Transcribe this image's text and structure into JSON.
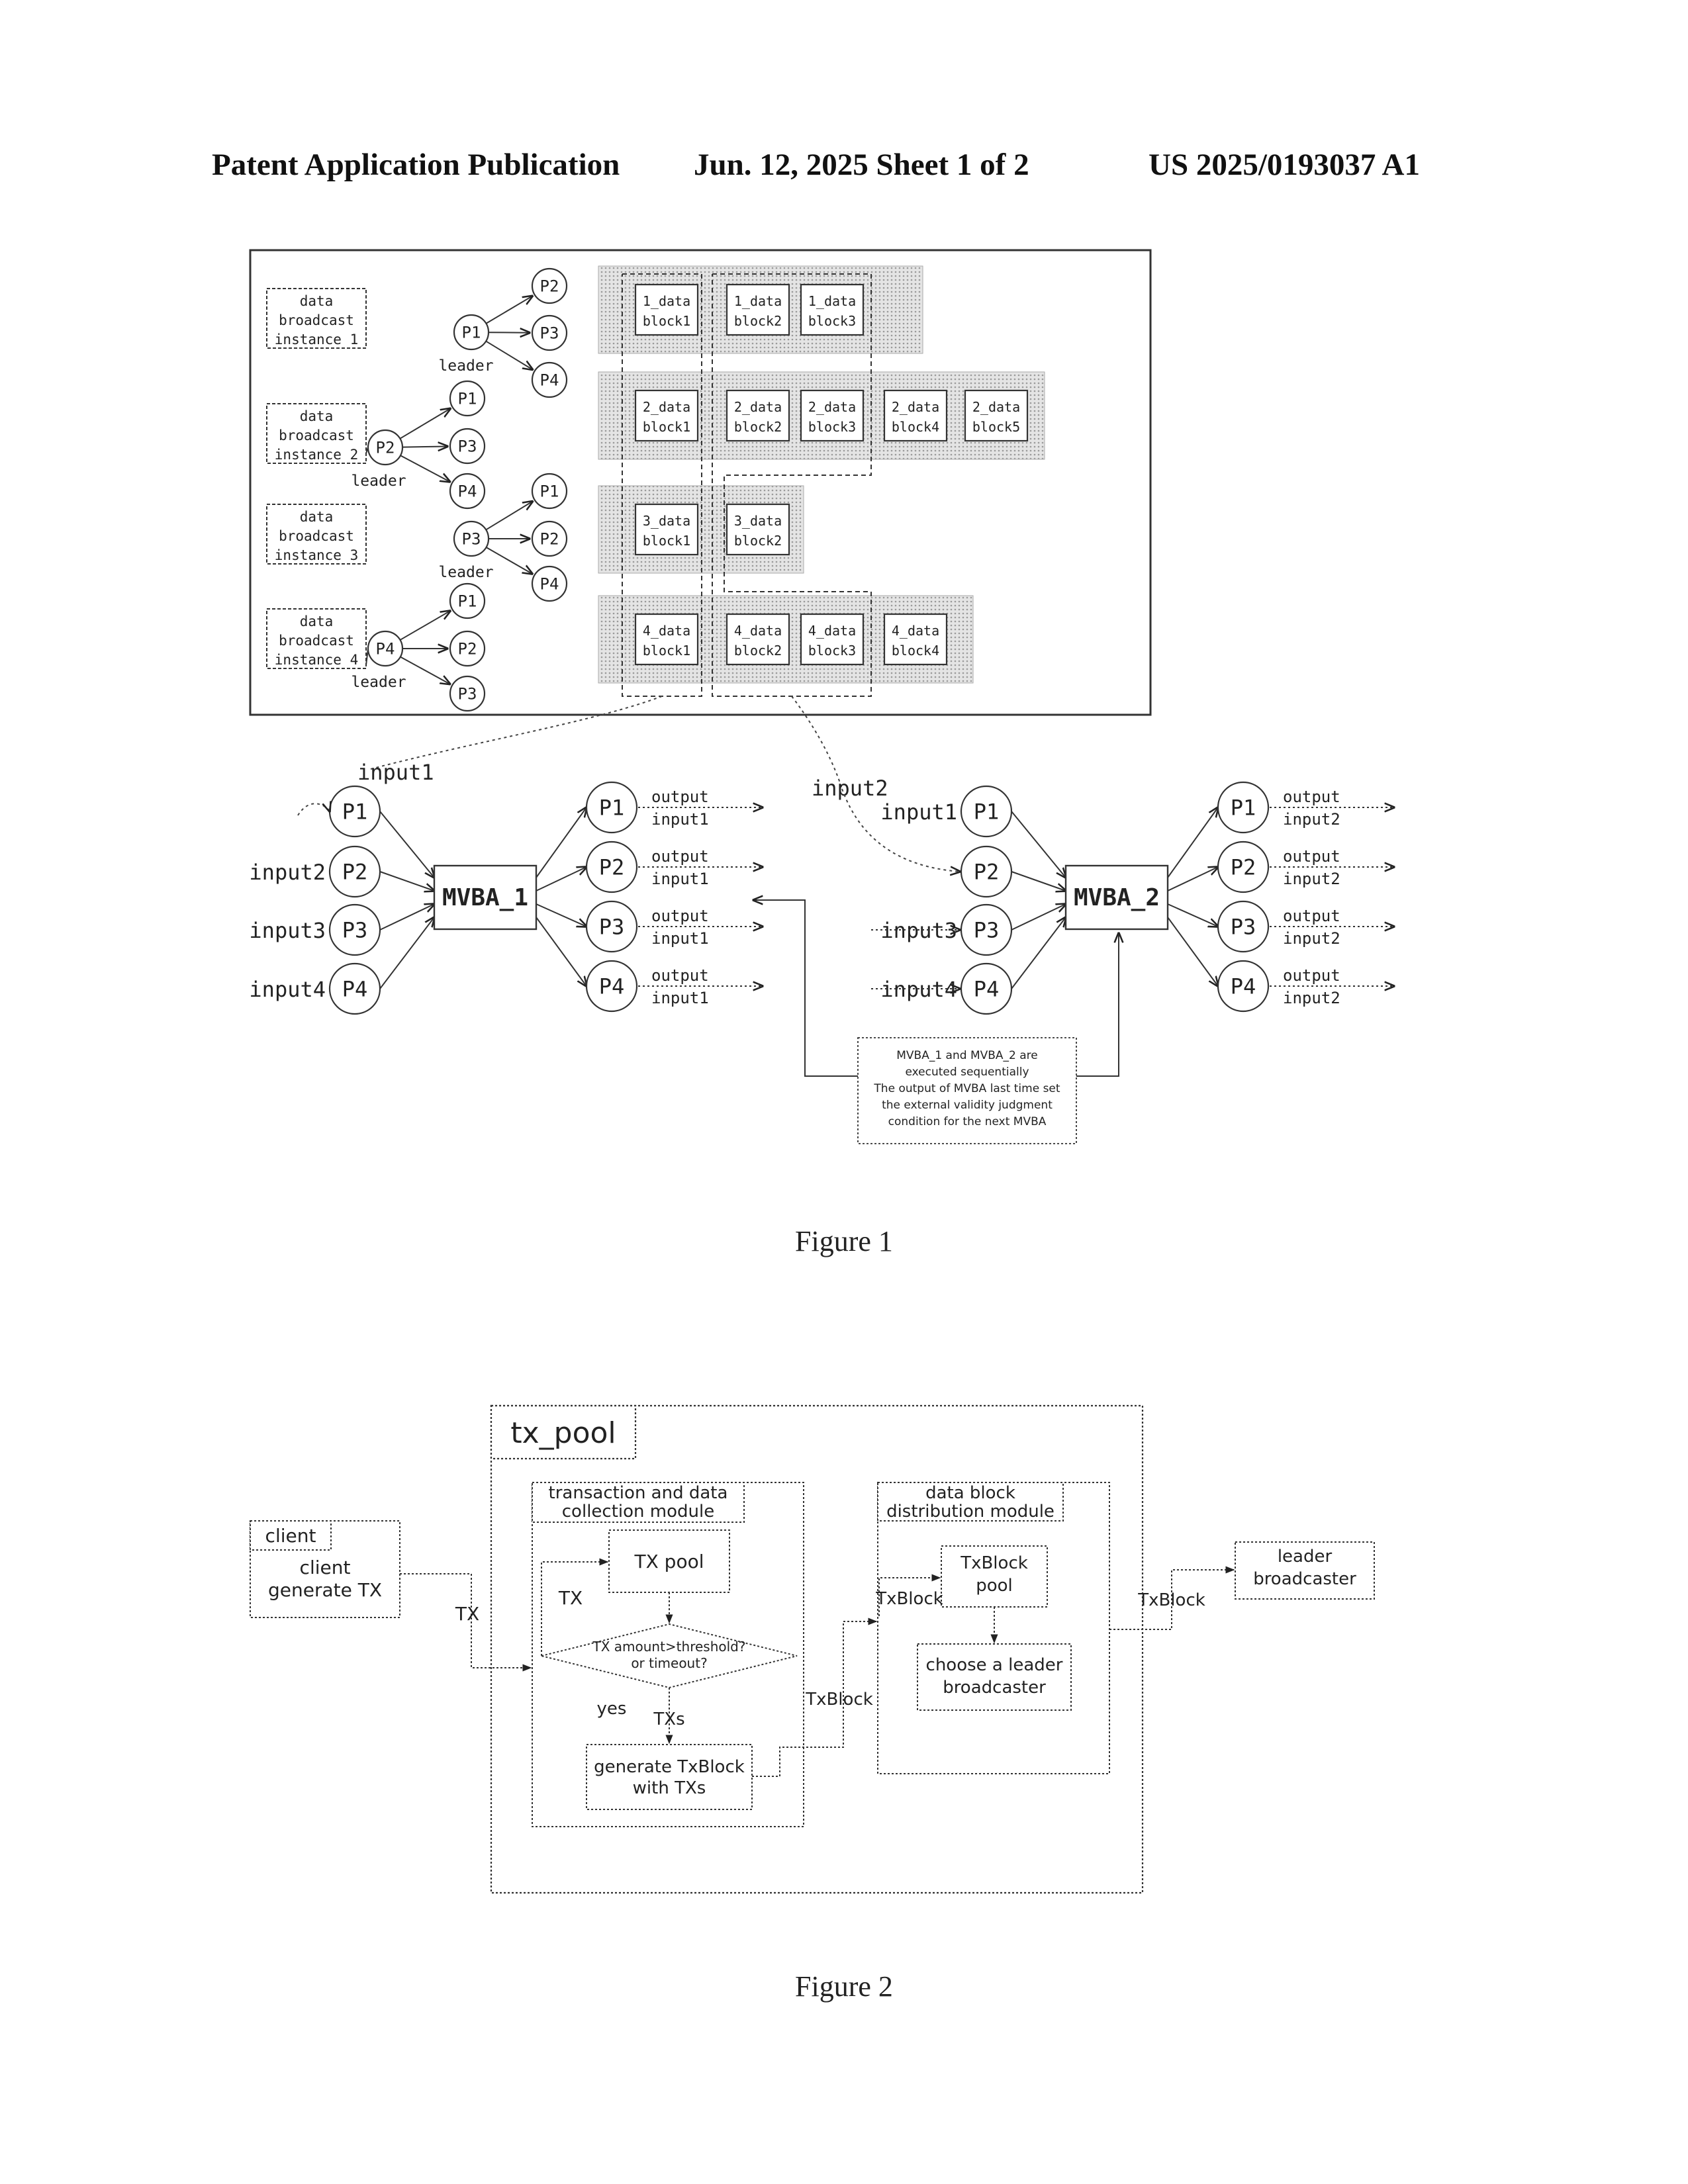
{
  "header": {
    "left": "Patent Application Publication",
    "center": "Jun. 12, 2025  Sheet 1 of 2",
    "right": "US 2025/0193037 A1"
  },
  "figure1": {
    "caption": "Figure 1",
    "leader_label": "leader",
    "instances": [
      {
        "line1": "data",
        "line2": "broadcast",
        "line3": "instance 1",
        "leader": "P1",
        "targets": [
          "P2",
          "P3",
          "P4"
        ],
        "blocks": [
          [
            "1_data",
            "block1"
          ],
          [
            "1_data",
            "block2"
          ],
          [
            "1_data",
            "block3"
          ]
        ]
      },
      {
        "line1": "data",
        "line2": "broadcast",
        "line3": "instance 2",
        "leader": "P2",
        "targets": [
          "P1",
          "P3",
          "P4"
        ],
        "blocks": [
          [
            "2_data",
            "block1"
          ],
          [
            "2_data",
            "block2"
          ],
          [
            "2_data",
            "block3"
          ],
          [
            "2_data",
            "block4"
          ],
          [
            "2_data",
            "block5"
          ]
        ]
      },
      {
        "line1": "data",
        "line2": "broadcast",
        "line3": "instance 3",
        "leader": "P3",
        "targets": [
          "P1",
          "P2",
          "P4"
        ],
        "blocks": [
          [
            "3_data",
            "block1"
          ],
          [
            "3_data",
            "block2"
          ]
        ]
      },
      {
        "line1": "data",
        "line2": "broadcast",
        "line3": "instance 4",
        "leader": "P4",
        "targets": [
          "P1",
          "P2",
          "P3"
        ],
        "blocks": [
          [
            "4_data",
            "block1"
          ],
          [
            "4_data",
            "block2"
          ],
          [
            "4_data",
            "block3"
          ],
          [
            "4_data",
            "block4"
          ]
        ]
      }
    ],
    "mvba1": {
      "name": "MVBA_1",
      "top_input": "input1",
      "inputs": [
        {
          "label": "",
          "node": "P1"
        },
        {
          "label": "input2",
          "node": "P2"
        },
        {
          "label": "input3",
          "node": "P3"
        },
        {
          "label": "input4",
          "node": "P4"
        }
      ],
      "outputs": [
        {
          "node": "P1",
          "l1": "output",
          "l2": "input1"
        },
        {
          "node": "P2",
          "l1": "output",
          "l2": "input1"
        },
        {
          "node": "P3",
          "l1": "output",
          "l2": "input1"
        },
        {
          "node": "P4",
          "l1": "output",
          "l2": "input1"
        }
      ]
    },
    "mvba2": {
      "name": "MVBA_2",
      "top_input": "input2",
      "inputs": [
        {
          "label": "input1",
          "node": "P1"
        },
        {
          "label": "",
          "node": "P2"
        },
        {
          "label": "input3",
          "node": "P3"
        },
        {
          "label": "input4",
          "node": "P4"
        }
      ],
      "outputs": [
        {
          "node": "P1",
          "l1": "output",
          "l2": "input2"
        },
        {
          "node": "P2",
          "l1": "output",
          "l2": "input2"
        },
        {
          "node": "P3",
          "l1": "output",
          "l2": "input2"
        },
        {
          "node": "P4",
          "l1": "output",
          "l2": "input2"
        }
      ]
    },
    "note": [
      "MVBA_1 and MVBA_2 are",
      "executed sequentially",
      "The output of MVBA last time set",
      "the external validity judgment",
      "condition for the next MVBA"
    ]
  },
  "figure2": {
    "caption": "Figure 2",
    "tx_pool": "tx_pool",
    "client_tab": "client",
    "client_body": [
      "client",
      "generate TX"
    ],
    "collect_module": [
      "transaction and data",
      "collection module"
    ],
    "tx_pool_box": "TX pool",
    "decision": [
      "TX amount>threshold?",
      "or timeout?"
    ],
    "yes": "yes",
    "txs": "TXs",
    "generate": [
      "generate TxBlock",
      "with TXs"
    ],
    "dist_module": [
      "data block",
      "distribution module"
    ],
    "txblock_pool": [
      "TxBlock",
      "pool"
    ],
    "choose": [
      "choose a leader",
      "broadcaster"
    ],
    "leader_box": [
      "leader",
      "broadcaster"
    ],
    "edge_tx1": "TX",
    "edge_tx2": "TX",
    "edge_txblock1": "TxBlock",
    "edge_txblock2": "TxBlock",
    "edge_txblock3": "TxBlock"
  }
}
